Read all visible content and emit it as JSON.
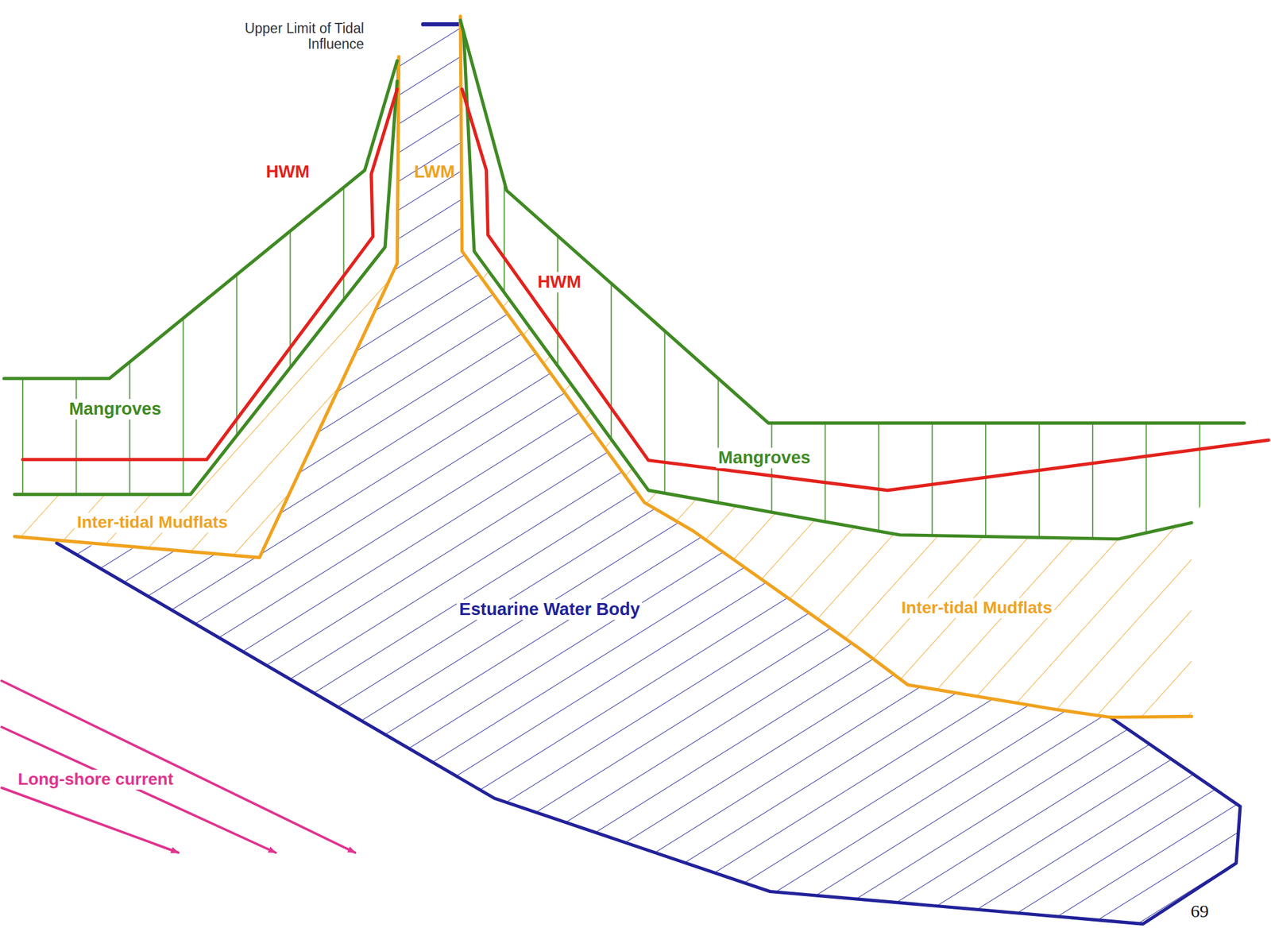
{
  "diagram": {
    "labels": [
      "Upper Limit of Tidal Influence",
      "HWM",
      "LWM",
      "HWM",
      "Mangroves",
      "Mangroves",
      "Inter-tidal Mudflats",
      "Inter-tidal Mudflats",
      "Estuarine Water Body",
      "Long-shore current",
      "69"
    ]
  }
}
